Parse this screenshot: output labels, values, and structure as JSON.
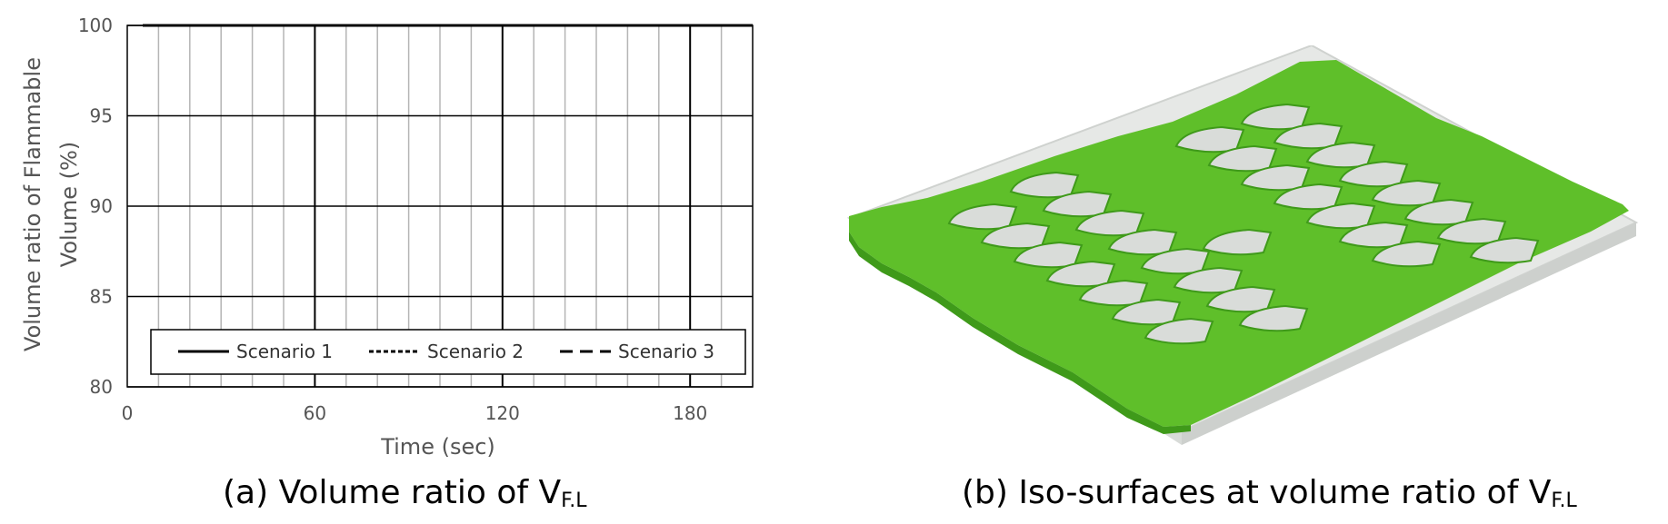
{
  "chart_data": {
    "type": "line",
    "xlabel": "Time (sec)",
    "ylabel_line1": "Volume ratio of Flammable",
    "ylabel_line2": "Volume (%)",
    "xlim": [
      0,
      200
    ],
    "ylim": [
      80,
      100
    ],
    "xticks": [
      0,
      60,
      120,
      180
    ],
    "yticks": [
      80,
      85,
      90,
      95,
      100
    ],
    "grid": true,
    "legend_position": "bottom",
    "series": [
      {
        "name": "Scenario 1",
        "style": "solid",
        "x": [
          5,
          200
        ],
        "y": [
          100,
          100
        ]
      },
      {
        "name": "Scenario 2",
        "style": "dotted",
        "x": [
          5,
          200
        ],
        "y": [
          100,
          100
        ]
      },
      {
        "name": "Scenario 3",
        "style": "dashed",
        "x": [
          5,
          200
        ],
        "y": [
          100,
          100
        ]
      }
    ]
  },
  "captions": {
    "a_text": "(a) Volume ratio of V",
    "a_sub": "F.L",
    "b_text": "(b) Iso-surfaces at volume ratio of V",
    "b_sub": "F.L"
  },
  "colors": {
    "iso_surface": "#5fbf2a",
    "iso_surface_dark": "#3f9a1a",
    "tunnel_gray": "#d9dcd9"
  }
}
